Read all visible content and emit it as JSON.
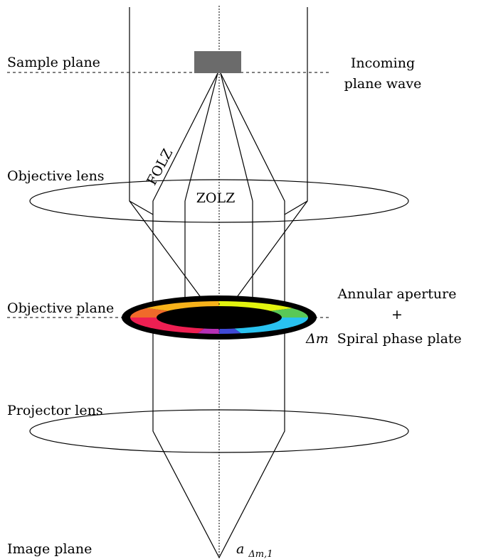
{
  "labels": {
    "sample_plane": "Sample plane",
    "incoming_line1": "Incoming",
    "incoming_line2": "plane wave",
    "folz": "FOLZ",
    "objective_lens": "Objective lens",
    "zolz": "ZOLZ",
    "objective_plane": "Objective plane",
    "annular_aperture": "Annular aperture",
    "plus": "+",
    "delta_m": "Δm",
    "spiral_phase_plate": "Spiral phase plate",
    "projector_lens": "Projector lens",
    "image_plane": "Image plane",
    "image_label_main": "a",
    "image_label_sub": "Δm,1"
  },
  "colors": {
    "line": "#000000",
    "sample": "#6b6b6b",
    "aperture_ring": "#000000",
    "phase_plate_hues": [
      "#ff0000",
      "#ffff00",
      "#00ff00",
      "#00ffff",
      "#0000ff",
      "#ff00ff"
    ]
  }
}
